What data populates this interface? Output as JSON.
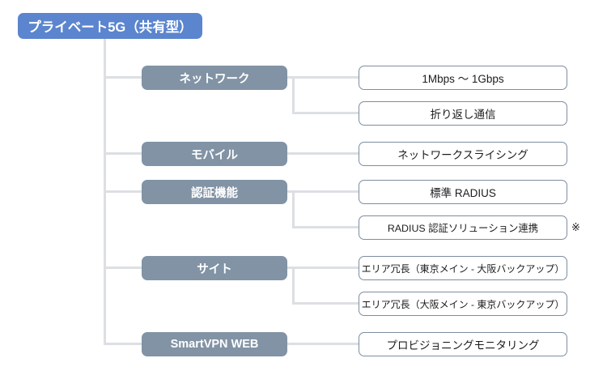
{
  "diagram": {
    "type": "tree",
    "orientation": "left-to-right",
    "colors": {
      "root_fill": "#5b85ce",
      "category_fill": "#8193a5",
      "leaf_fill": "#ffffff",
      "leaf_border": "#7d8da0",
      "connector": "#dcdfe3",
      "text_light": "#ffffff",
      "text_dark": "#1d1d1f",
      "background": "#ffffff"
    },
    "root": {
      "label": "プライベート5G（共有型）"
    },
    "branches": [
      {
        "category": "ネットワーク",
        "leaves": [
          {
            "label": "1Mbps 〜 1Gbps",
            "footnote": ""
          },
          {
            "label": "折り返し通信",
            "footnote": ""
          }
        ]
      },
      {
        "category": "モバイル",
        "leaves": [
          {
            "label": "ネットワークスライシング",
            "footnote": ""
          }
        ]
      },
      {
        "category": "認証機能",
        "leaves": [
          {
            "label": "標準 RADIUS",
            "footnote": ""
          },
          {
            "label": "RADIUS 認証ソリューション連携",
            "footnote": "※"
          }
        ]
      },
      {
        "category": "サイト",
        "leaves": [
          {
            "label": "エリア冗長（東京メイン - 大阪バックアップ）",
            "footnote": ""
          },
          {
            "label": "エリア冗長（大阪メイン - 東京バックアップ）",
            "footnote": ""
          }
        ]
      },
      {
        "category": "SmartVPN WEB",
        "leaves": [
          {
            "label": "プロビジョニングモニタリング",
            "footnote": ""
          }
        ]
      }
    ]
  }
}
